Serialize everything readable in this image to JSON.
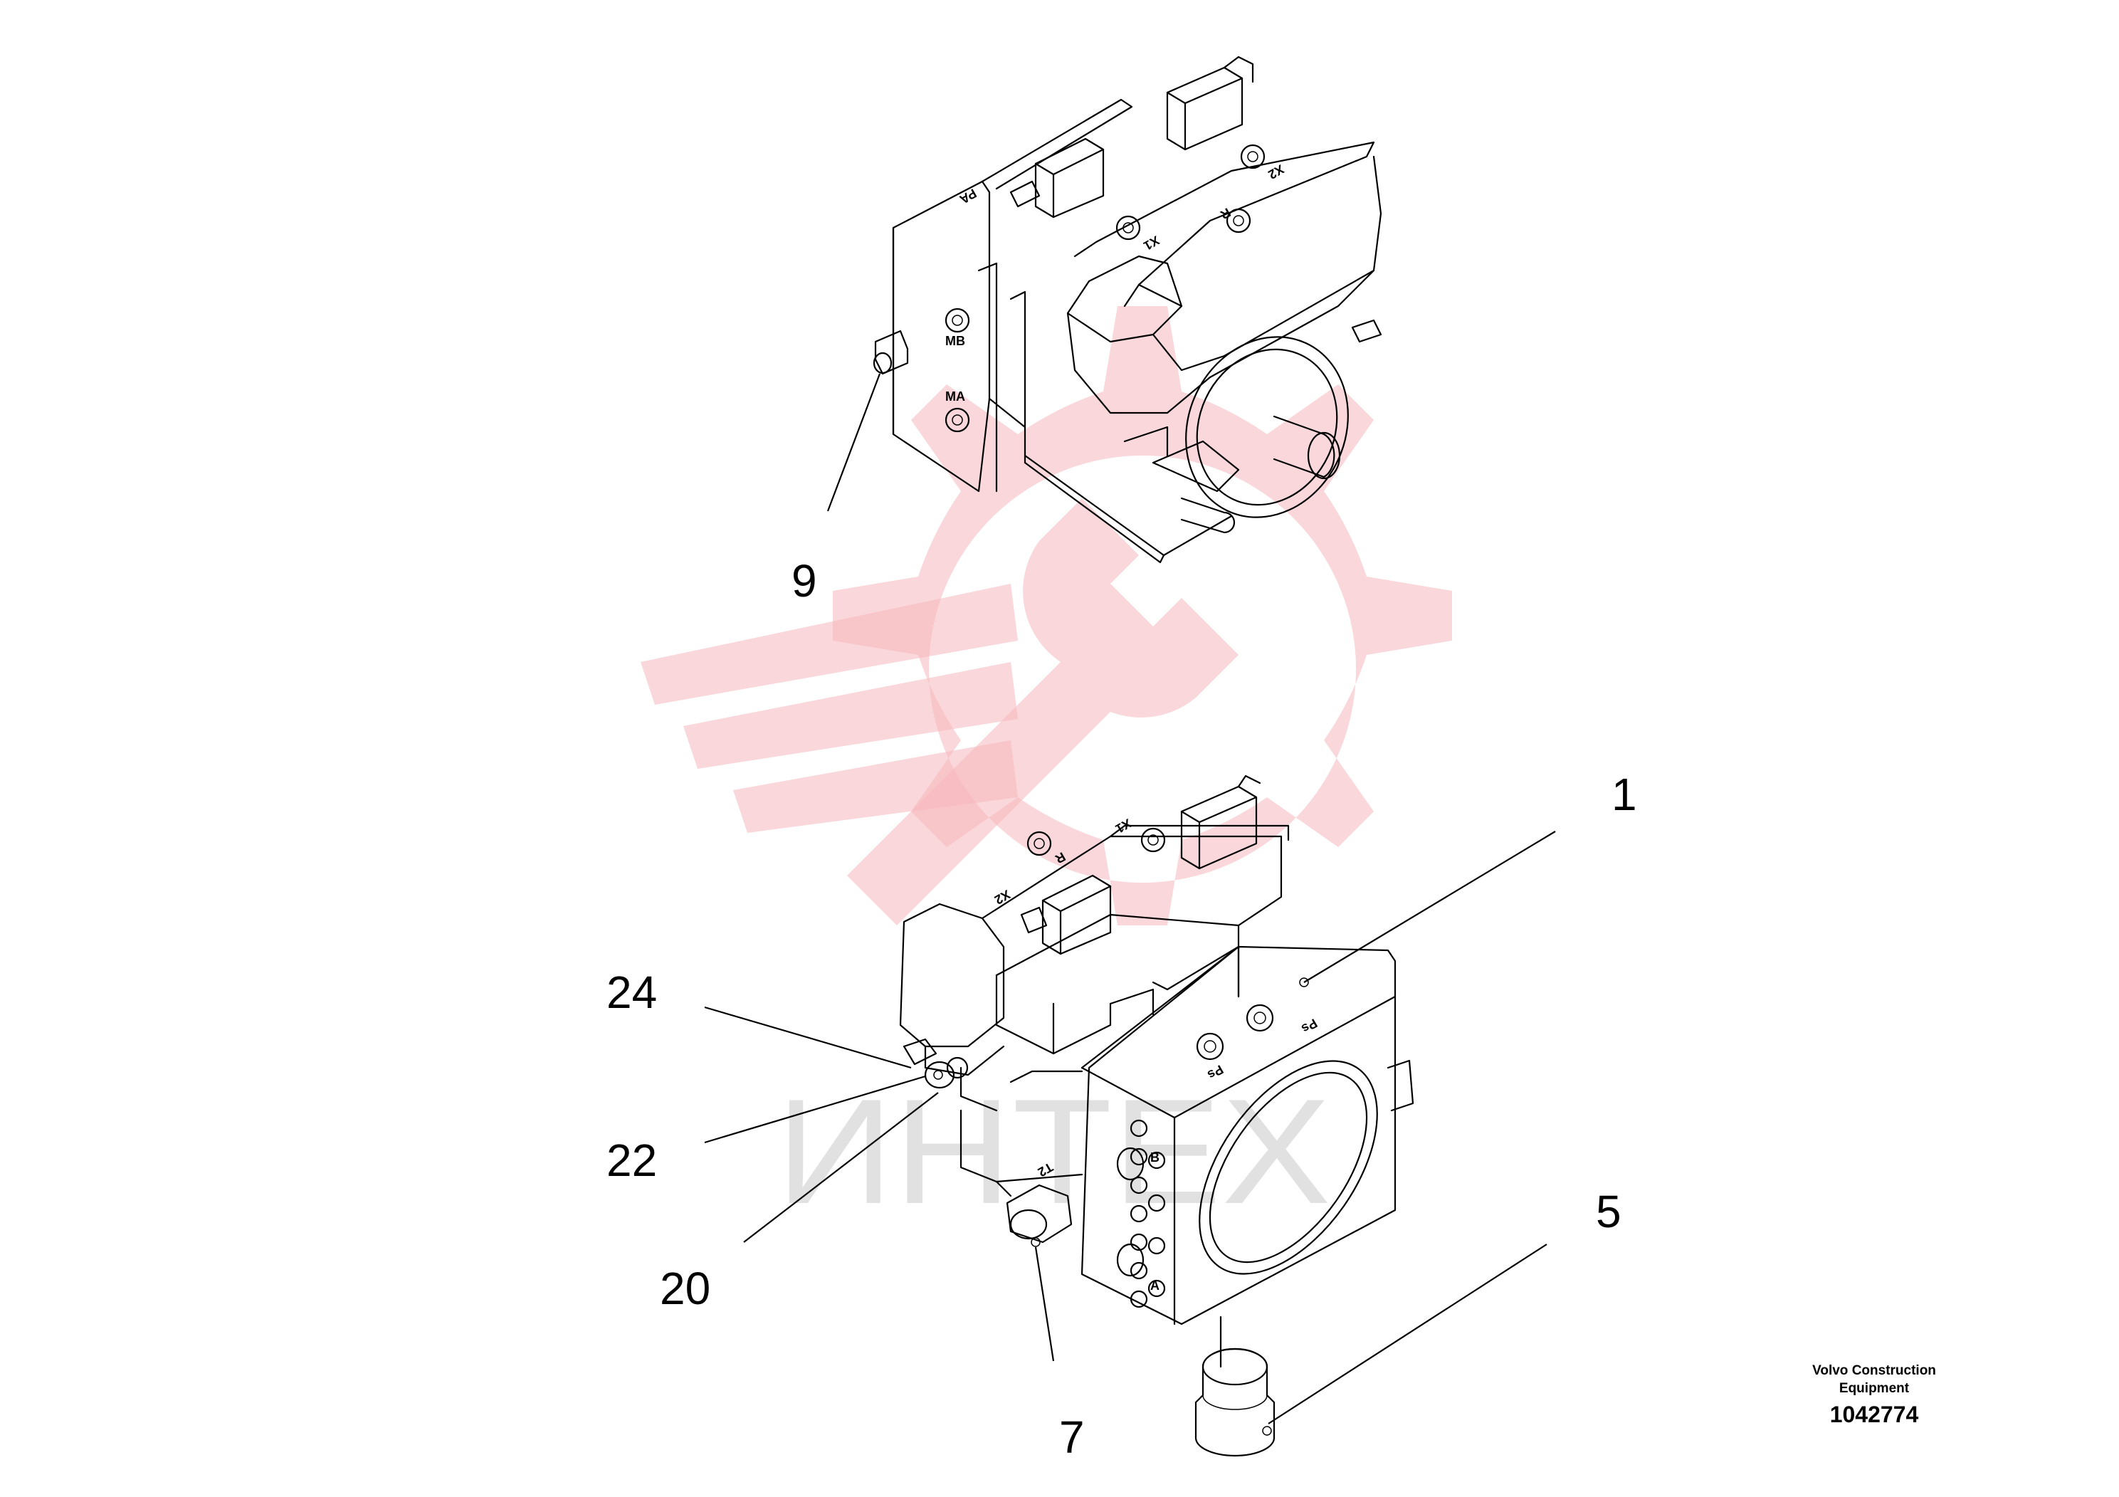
{
  "callouts": [
    {
      "id": "c9",
      "label": "9"
    },
    {
      "id": "c1",
      "label": "1"
    },
    {
      "id": "c24",
      "label": "24"
    },
    {
      "id": "c22",
      "label": "22"
    },
    {
      "id": "c20",
      "label": "20"
    },
    {
      "id": "c5",
      "label": "5"
    },
    {
      "id": "c7",
      "label": "7"
    }
  ],
  "ports_upper": {
    "pa": "PA",
    "x1": "X1",
    "r": "R",
    "x2": "X2",
    "mb": "MB",
    "ma": "MA"
  },
  "ports_lower": {
    "x1": "X1",
    "r": "R",
    "x2": "X2",
    "ps1": "Ps",
    "ps2": "Ps",
    "t2": "T2",
    "b": "B",
    "a": "A"
  },
  "titleblock": {
    "maker_line1": "Volvo Construction",
    "maker_line2": "Equipment",
    "doc_number": "1042774"
  },
  "watermark": {
    "text": "ИНТЕХ",
    "color": "#f6b6bb"
  }
}
